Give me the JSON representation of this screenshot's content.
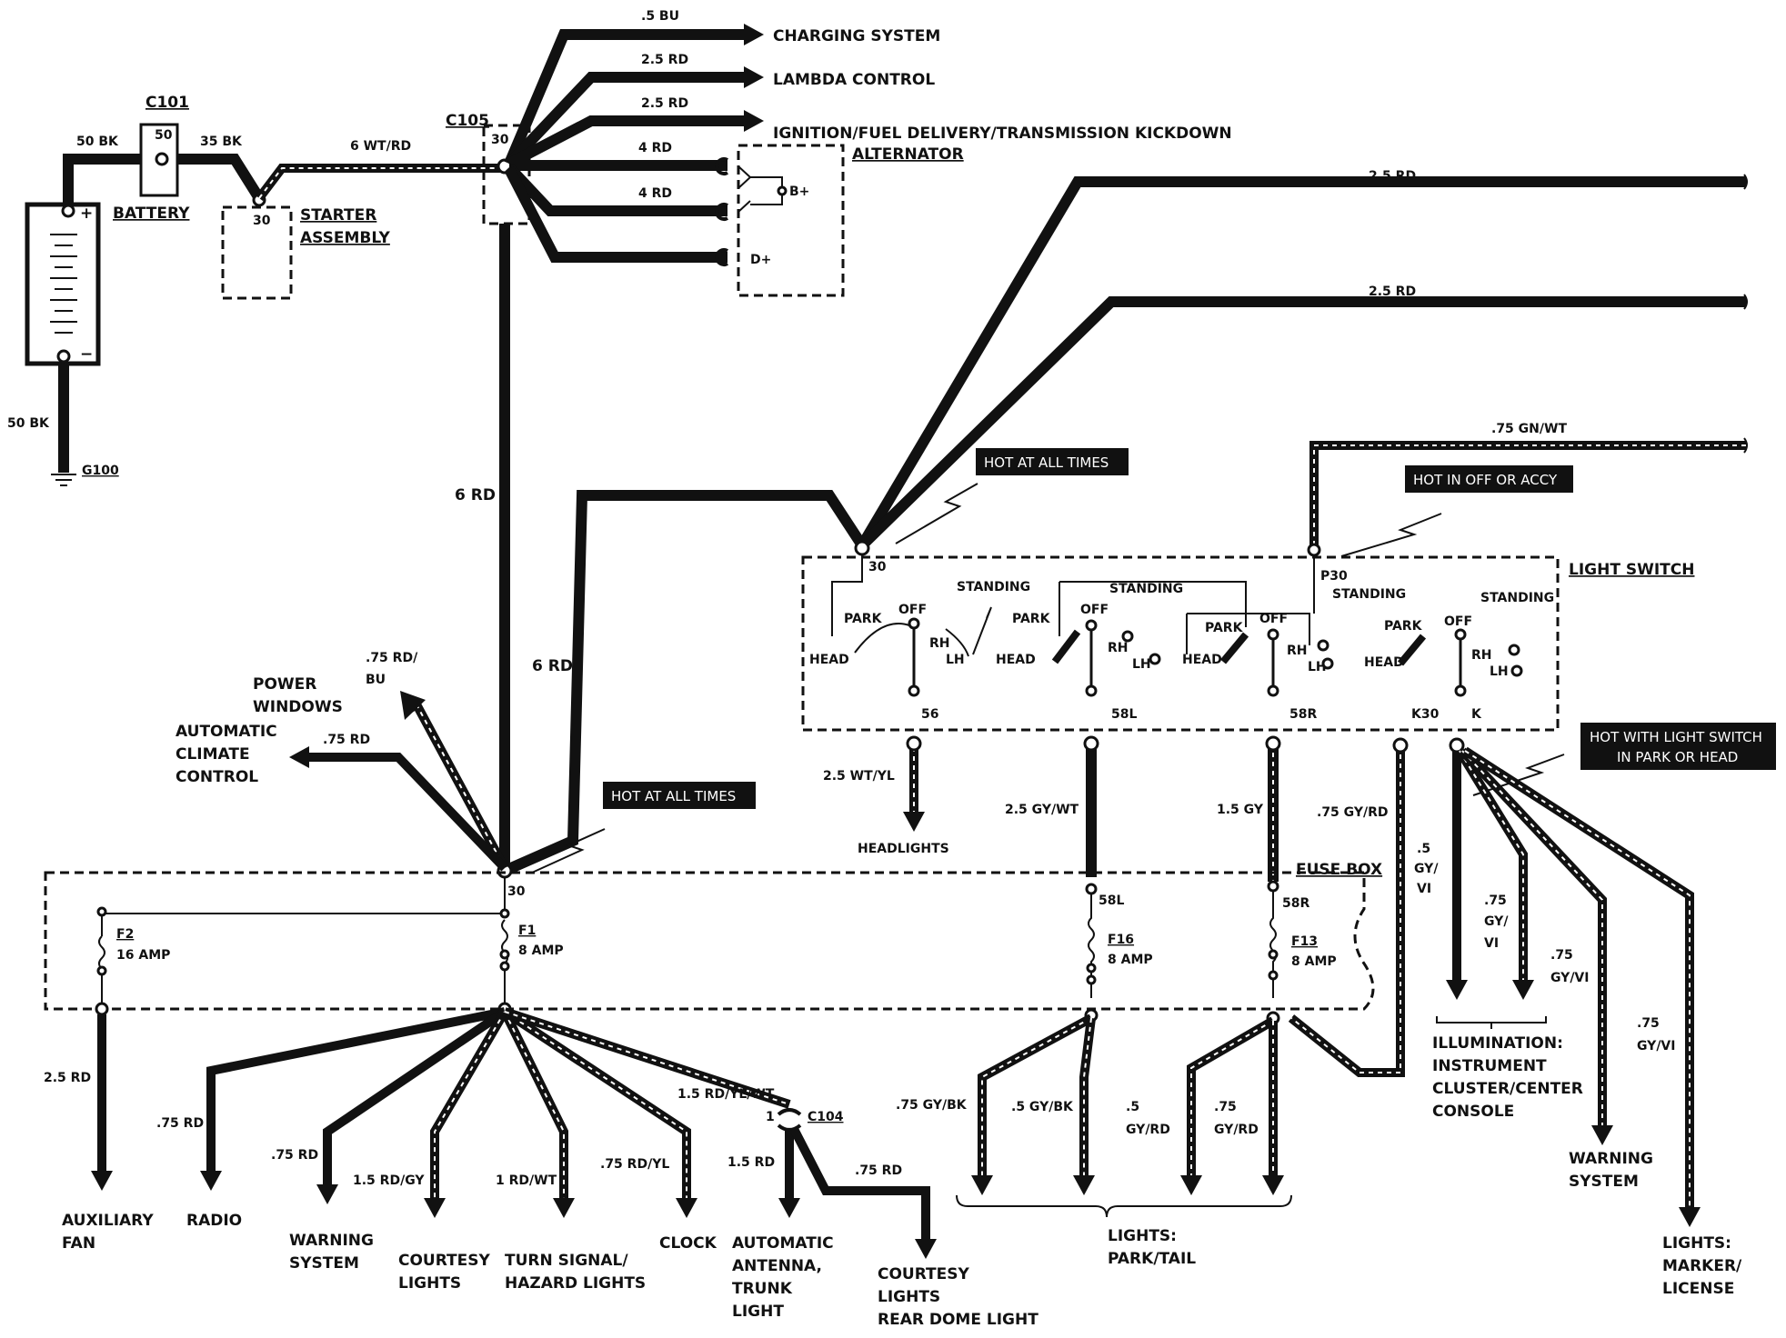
{
  "components": {
    "battery": "BATTERY",
    "c101": "C101",
    "c101_pin": "50",
    "starter": [
      "STARTER",
      "ASSEMBLY"
    ],
    "starter_pin": "30",
    "c105": "C105",
    "c105_pin": "30",
    "alternator": "ALTERNATOR",
    "alt_bplus": "B+",
    "alt_dplus": "D+",
    "ground": "G100",
    "fuse_box": "FUSE BOX",
    "fuse_box_pin": "30",
    "light_switch": "LIGHT SWITCH",
    "c104": "C104",
    "c104_pin": "1"
  },
  "wires": {
    "bat_50bk_top": "50 BK",
    "bat_35bk": "35 BK",
    "bat_50bk_ground": "50 BK",
    "w_6wtrd": "6 WT/RD",
    "w_5bu": ".5 BU",
    "w_25rd_lambda": "2.5 RD",
    "w_25rd_ign": "2.5 RD",
    "w_4rd_a": "4 RD",
    "w_4rd_b": "4 RD",
    "w_6rd_main": "6 RD",
    "w_6rd_switch": "6 RD",
    "w_25rd_top1": "2.5 RD",
    "w_25rd_top2": "2.5 RD",
    "w_75gnwt": ".75 GN/WT",
    "w_75rdbu": [
      ".75 RD/",
      "BU"
    ],
    "w_75rd_climate": ".75 RD",
    "w_25wtyl": "2.5 WT/YL",
    "w_25gywt": "2.5 GY/WT",
    "w_15gy": "1.5 GY",
    "w_75gyrd": ".75 GY/RD",
    "w_5gyvi": [
      ".5",
      "GY/",
      "VI"
    ],
    "w_75gyvi_a": [
      ".75",
      "GY/",
      "VI"
    ],
    "w_75gyvi_b": [
      ".75",
      "GY/VI"
    ],
    "w_75gyvi_c": [
      ".75",
      "GY/VI"
    ],
    "w_25rd_aux": "2.5 RD",
    "w_75rd_radio": ".75 RD",
    "w_75rd_warn": ".75 RD",
    "w_15rdgy": "1.5 RD/GY",
    "w_1rdwt": "1 RD/WT",
    "w_75rdyl": ".75 RD/YL",
    "w_15rdylwt": "1.5 RD/YL/WT",
    "w_15rd": "1.5 RD",
    "w_75rd_courtesy": ".75 RD",
    "w_75gybk": ".75 GY/BK",
    "w_5gybk": ".5 GY/BK",
    "w_5gyrd": [
      ".5",
      "GY/RD"
    ],
    "w_75gyrd_b": [
      ".75",
      "GY/RD"
    ]
  },
  "destinations": {
    "charging": "CHARGING SYSTEM",
    "lambda": "LAMBDA CONTROL",
    "ignition": "IGNITION/FUEL DELIVERY/TRANSMISSION KICKDOWN",
    "power_windows": [
      "POWER",
      "WINDOWS"
    ],
    "climate": [
      "AUTOMATIC",
      "CLIMATE",
      "CONTROL"
    ],
    "headlights": "HEADLIGHTS",
    "aux_fan": [
      "AUXILIARY",
      "FAN"
    ],
    "radio": "RADIO",
    "warning": [
      "WARNING",
      "SYSTEM"
    ],
    "courtesy": [
      "COURTESY",
      "LIGHTS"
    ],
    "turn": [
      "TURN SIGNAL/",
      "HAZARD LIGHTS"
    ],
    "clock": "CLOCK",
    "antenna": [
      "AUTOMATIC",
      "ANTENNA,",
      "TRUNK",
      "LIGHT"
    ],
    "rear_courtesy": [
      "COURTESY",
      "LIGHTS",
      "REAR DOME LIGHT"
    ],
    "park_tail": [
      "LIGHTS:",
      "PARK/TAIL"
    ],
    "illumination": [
      "ILLUMINATION:",
      "INSTRUMENT",
      "CLUSTER/CENTER",
      "CONSOLE"
    ],
    "warning2": [
      "WARNING",
      "SYSTEM"
    ],
    "marker": [
      "LIGHTS:",
      "MARKER/",
      "LICENSE"
    ]
  },
  "tags": {
    "hot1": "HOT AT ALL TIMES",
    "hot2": "HOT AT ALL TIMES",
    "hot_off": "HOT IN OFF OR ACCY",
    "hot_light": [
      "HOT WITH LIGHT SWITCH",
      "IN PARK OR HEAD"
    ]
  },
  "fuses": {
    "f2": "F2",
    "f2_rating": "16 AMP",
    "f1": "F1",
    "f1_rating": "8 AMP",
    "f16": "F16",
    "f16_rating": "8 AMP",
    "f13": "F13",
    "f13_rating": "8 AMP",
    "pin_58l": "58L",
    "pin_58r": "58R"
  },
  "switch": {
    "pin_30": "30",
    "pin_p30": "P30",
    "pin_56": "56",
    "pin_58l": "58L",
    "pin_58r": "58R",
    "pin_k30": "K30",
    "pin_k": "K",
    "head": "HEAD",
    "park": "PARK",
    "off": "OFF",
    "standing": "STANDING",
    "rh": "RH",
    "lh": "LH"
  }
}
